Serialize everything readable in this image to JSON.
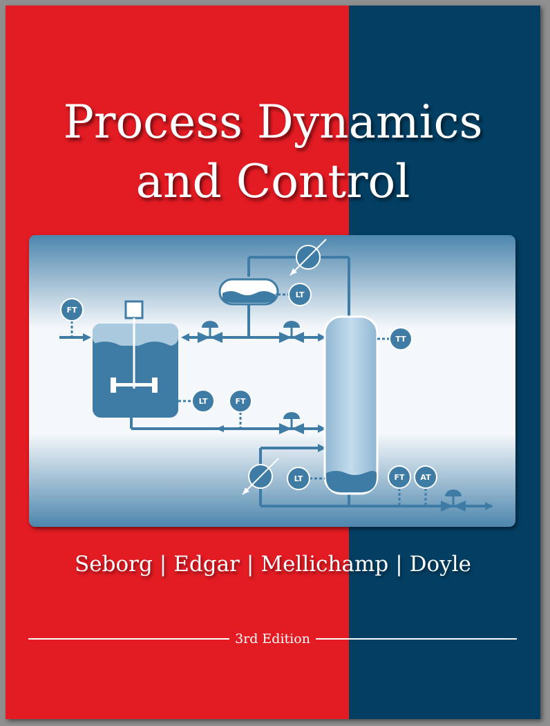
{
  "cover": {
    "colors": {
      "left_band": "#e31b23",
      "right_band": "#023f63",
      "diagram_blue": "#3f7ca5",
      "diagram_light": "#a9c9df"
    },
    "title_line1": "Process Dynamics",
    "title_line2": "and Control",
    "authors": [
      "Seborg",
      "Edgar",
      "Mellichamp",
      "Doyle"
    ],
    "author_separator": "|",
    "edition": "3rd Edition"
  },
  "diagram": {
    "instruments": {
      "ft_feed": "FT",
      "lt_drum": "LT",
      "tt_column": "TT",
      "lt_reactor": "LT",
      "ft_outlet": "FT",
      "lt_column": "LT",
      "ft_bottom": "FT",
      "at_bottom": "AT"
    },
    "icons": [
      "stirred-tank-reactor",
      "reflux-drum",
      "distillation-column",
      "control-valve",
      "heat-exchanger",
      "agitator-motor"
    ]
  }
}
